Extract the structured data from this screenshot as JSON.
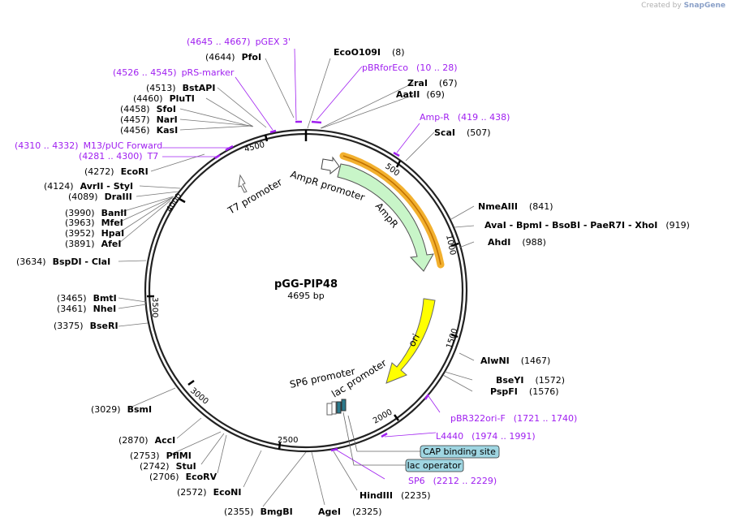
{
  "credit": {
    "prefix": "Created by",
    "brand": "SnapGene"
  },
  "plasmid": {
    "name": "pGG-PIP48",
    "size": "4695 bp"
  },
  "scale": {
    "ticks": [
      "500",
      "1000",
      "1500",
      "2000",
      "2500",
      "3000",
      "3500",
      "4000",
      "4500"
    ]
  },
  "features": {
    "ampr_promoter": "AmpR promoter",
    "ampr": "AmpR",
    "ori": "ori",
    "t7_promoter": "T7 promoter",
    "sp6_promoter": "SP6 promoter",
    "lac_promoter": "lac promoter",
    "cap_site": "CAP binding site",
    "lac_operator": "lac operator"
  },
  "enzymes": [
    {
      "name": "PfoI",
      "pos": "(4644)"
    },
    {
      "name": "EcoO109I",
      "pos": "(8)"
    },
    {
      "name": "ZraI",
      "pos": "(67)"
    },
    {
      "name": "AatII",
      "pos": "(69)"
    },
    {
      "name": "ScaI",
      "pos": "(507)"
    },
    {
      "name": "NmeAIII",
      "pos": "(841)"
    },
    {
      "name": "AvaI - BpmI - BsoBI - PaeR7I - XhoI",
      "pos": "(919)"
    },
    {
      "name": "AhdI",
      "pos": "(988)"
    },
    {
      "name": "AlwNI",
      "pos": "(1467)"
    },
    {
      "name": "BseYI",
      "pos": "(1572)"
    },
    {
      "name": "PspFI",
      "pos": "(1576)"
    },
    {
      "name": "HindIII",
      "pos": "(2235)"
    },
    {
      "name": "AgeI",
      "pos": "(2325)"
    },
    {
      "name": "BmgBI",
      "pos": "(2355)"
    },
    {
      "name": "EcoNI",
      "pos": "(2572)"
    },
    {
      "name": "EcoRV",
      "pos": "(2706)"
    },
    {
      "name": "StuI",
      "pos": "(2742)"
    },
    {
      "name": "PflMI",
      "pos": "(2753)"
    },
    {
      "name": "AccI",
      "pos": "(2870)"
    },
    {
      "name": "BsmI",
      "pos": "(3029)"
    },
    {
      "name": "BseRI",
      "pos": "(3375)"
    },
    {
      "name": "NheI",
      "pos": "(3461)"
    },
    {
      "name": "BmtI",
      "pos": "(3465)"
    },
    {
      "name": "BspDI - ClaI",
      "pos": "(3634)"
    },
    {
      "name": "AfeI",
      "pos": "(3891)"
    },
    {
      "name": "HpaI",
      "pos": "(3952)"
    },
    {
      "name": "MfeI",
      "pos": "(3963)"
    },
    {
      "name": "BanII",
      "pos": "(3990)"
    },
    {
      "name": "DraIII",
      "pos": "(4089)"
    },
    {
      "name": "AvrII - StyI",
      "pos": "(4124)"
    },
    {
      "name": "EcoRI",
      "pos": "(4272)"
    },
    {
      "name": "KasI",
      "pos": "(4456)"
    },
    {
      "name": "NarI",
      "pos": "(4457)"
    },
    {
      "name": "SfoI",
      "pos": "(4458)"
    },
    {
      "name": "PluTI",
      "pos": "(4460)"
    },
    {
      "name": "BstAPI",
      "pos": "(4513)"
    }
  ],
  "primers": [
    {
      "range": "(4645 .. 4667)",
      "name": "pGEX 3'"
    },
    {
      "range": "(4526 .. 4545)",
      "name": "pRS-marker"
    },
    {
      "range": "(4310 .. 4332)",
      "name": "M13/pUC Forward"
    },
    {
      "range": "(4281 .. 4300)",
      "name": "T7"
    },
    {
      "name": "pBRforEco",
      "range": "(10 .. 28)"
    },
    {
      "name": "Amp-R",
      "range": "(419 .. 438)"
    },
    {
      "name": "pBR322ori-F",
      "range": "(1721 .. 1740)"
    },
    {
      "name": "L4440",
      "range": "(1974 .. 1991)"
    },
    {
      "name": "SP6",
      "range": "(2212 .. 2229)"
    }
  ]
}
